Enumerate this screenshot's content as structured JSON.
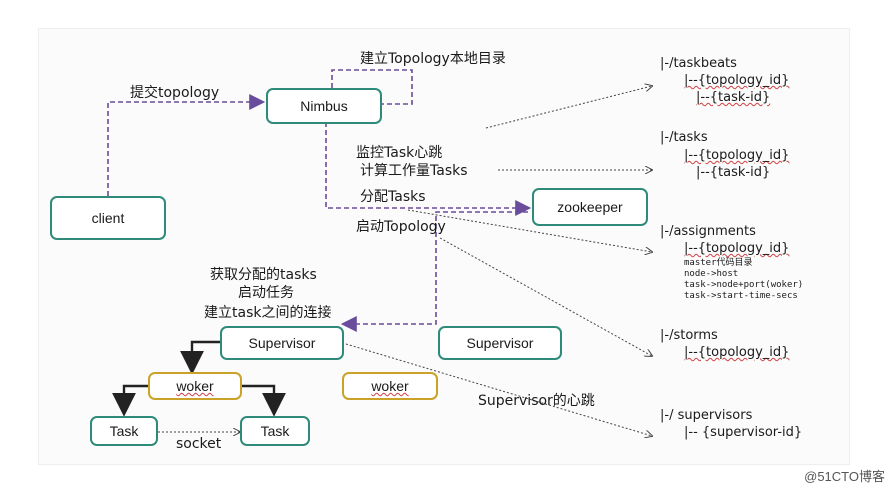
{
  "nodes": {
    "client": "client",
    "nimbus": "Nimbus",
    "zookeeper": "zookeeper",
    "supervisor1": "Supervisor",
    "supervisor2": "Supervisor",
    "woker1": "woker",
    "woker2": "woker",
    "task1": "Task",
    "task2": "Task"
  },
  "labels": {
    "submit": "提交topology",
    "create_dir": "建立Topology本地目录",
    "monitor_line1": "监控Task心跳",
    "monitor_line2": "计算工作量Tasks",
    "assign": "分配Tasks",
    "start": "启动Topology",
    "sup_line1": "获取分配的tasks",
    "sup_line2": "启动任务",
    "sup_line3": "建立task之间的连接",
    "sup_heartbeat": "Supervisor的心跳",
    "socket": "socket"
  },
  "zk_tree": {
    "taskbeats": [
      "|-/taskbeats",
      "|--{topology_id}",
      "|--{task-id}"
    ],
    "tasks": [
      "|-/tasks",
      "|--{topology_id}",
      "|--{task-id}"
    ],
    "assignments": [
      "|-/assignments",
      "|--{topology_id}"
    ],
    "assignments_detail": [
      "master代码目录",
      "node->host",
      "task->node+port(woker)",
      "task->start-time-secs"
    ],
    "storms": [
      "|-/storms",
      "|--{topology_id}"
    ],
    "supervisors": [
      "|-/ supervisors",
      "|-- {supervisor-id}"
    ]
  },
  "watermark": "@51CTO博客",
  "colors": {
    "teal_border": "#2e8b7a",
    "gold_border": "#c9a227",
    "dashed_purple": "#6a4c9c"
  }
}
